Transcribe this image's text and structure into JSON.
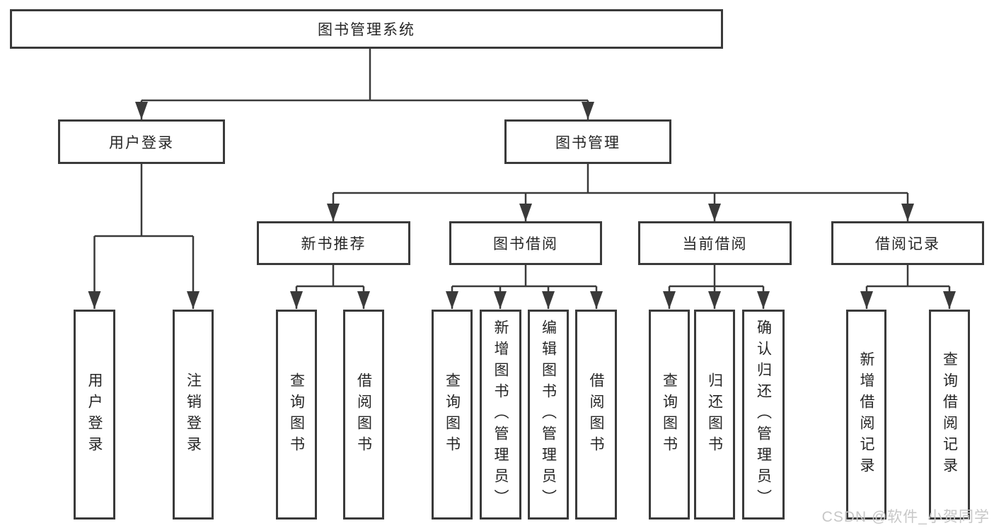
{
  "diagram": {
    "title": "图书管理系统",
    "level2": [
      "用户登录",
      "图书管理"
    ],
    "level3": [
      "新书推荐",
      "图书借阅",
      "当前借阅",
      "借阅记录"
    ],
    "leaves": {
      "userLogin": [
        "用户登录",
        "注销登录"
      ],
      "newBook": [
        "查询图书",
        "借阅图书"
      ],
      "bookBorrow": [
        "查询图书",
        "新增图书（管理员）",
        "编辑图书（管理员）",
        "借阅图书"
      ],
      "currentBorrow": [
        "查询图书",
        "归还图书",
        "确认归还（管理员）"
      ],
      "borrowRecords": [
        "新增借阅记录",
        "查询借阅记录"
      ]
    },
    "watermark": "CSDN @软件_小贺同学",
    "colors": {
      "line": "#3a3a3a",
      "box_border": "#3a3a3a",
      "text": "#262626",
      "background": "#ffffff",
      "watermark": "#c7c7c7"
    }
  }
}
